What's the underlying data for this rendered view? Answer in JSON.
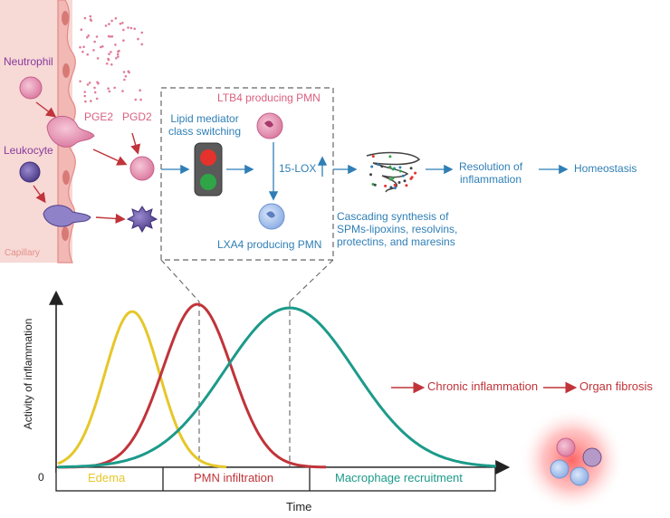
{
  "capillary": {
    "label": "Capillary",
    "neutrophil_label": "Neutrophil",
    "leukocyte_label": "Leukocyte",
    "pge2_label": "PGE2",
    "pgd2_label": "PGD2"
  },
  "switch_box": {
    "ltb4_label": "LTB4 producing PMN",
    "lipid_label_line1": "Lipid mediator",
    "lipid_label_line2": "class switching",
    "lox_label": "15-LOX",
    "lxa4_label": "LXA4 producing PMN"
  },
  "pathway": {
    "resolution_line1": "Resolution of",
    "resolution_line2": "inflammation",
    "homeostasis": "Homeostasis",
    "cascade_line1": "Cascading synthesis of",
    "cascade_line2": "SPMs-lipoxins, resolvins,",
    "cascade_line3": "protectins, and maresins"
  },
  "chronic": {
    "chronic_label": "Chronic inflammation",
    "fibrosis_label": "Organ fibrosis"
  },
  "chart": {
    "ylabel": "Activity of inflammation",
    "xlabel": "Time",
    "zero_label": "0",
    "phases": [
      "Edema",
      "PMN infiltration",
      "Macrophage recruitment"
    ]
  },
  "colors": {
    "edema": "#e6c72a",
    "pmn": "#c0343a",
    "macrophage": "#1c9a8a",
    "pathway_blue": "#2f7fb6",
    "neutrophil_pink": "#d9607f",
    "leukocyte_purple": "#6b5aa8",
    "capillary_fill": "#f7d9d6"
  }
}
